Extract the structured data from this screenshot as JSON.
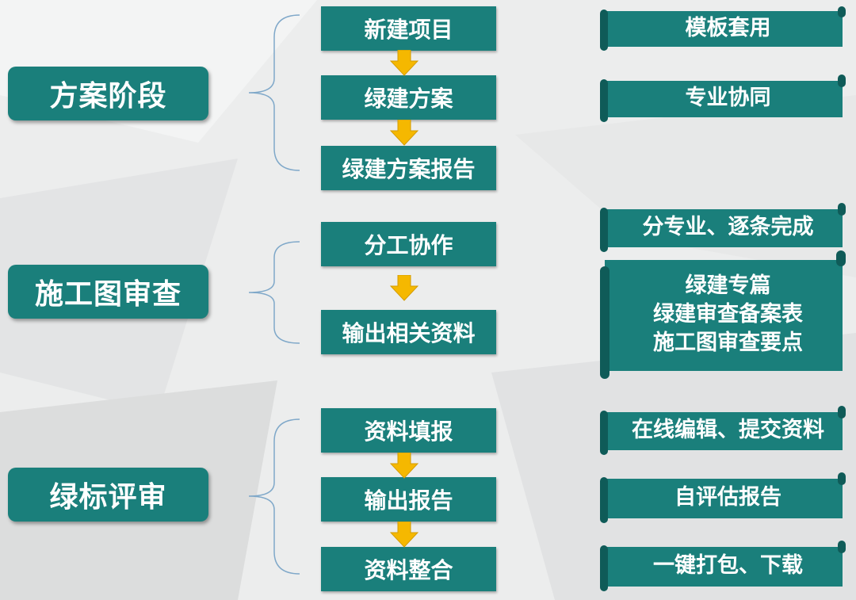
{
  "colors": {
    "teal": "#1a7f7b",
    "teal_dark": "#0f5b58",
    "arrow": "#f5b800",
    "brace": "#7fa8c9"
  },
  "phases": [
    {
      "label": "方案阶段"
    },
    {
      "label": "施工图审查"
    },
    {
      "label": "绿标评审"
    }
  ],
  "steps": [
    {
      "label": "新建项目"
    },
    {
      "label": "绿建方案"
    },
    {
      "label": "绿建方案报告"
    },
    {
      "label": "分工协作"
    },
    {
      "label": "输出相关资料"
    },
    {
      "label": "资料填报"
    },
    {
      "label": "输出报告"
    },
    {
      "label": "资料整合"
    }
  ],
  "features": [
    {
      "lines": [
        "模板套用"
      ]
    },
    {
      "lines": [
        "专业协同"
      ]
    },
    {
      "lines": [
        "分专业、逐条完成"
      ]
    },
    {
      "lines": [
        "绿建专篇",
        "绿建审查备案表",
        "施工图审查要点"
      ]
    },
    {
      "lines": [
        "在线编辑、提交资料"
      ]
    },
    {
      "lines": [
        "自评估报告"
      ]
    },
    {
      "lines": [
        "一键打包、下载"
      ]
    }
  ]
}
